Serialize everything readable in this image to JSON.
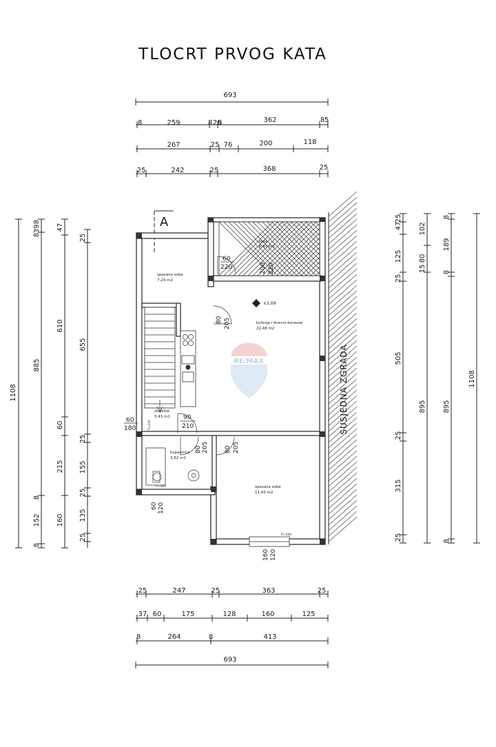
{
  "title": "TLOCRT PRVOG KATA",
  "section_marker": "A",
  "neighbour_label": "SUSJEDNA ZGRADA",
  "watermark": "RE/MAX",
  "top_dims": {
    "row1": [
      "693"
    ],
    "row2": [
      "8",
      "259",
      "8",
      "25",
      "8",
      "362",
      "8",
      "5"
    ],
    "row3": [
      "267",
      "25",
      "76",
      "200",
      "118"
    ],
    "row4": [
      "25",
      "242",
      "25",
      "368",
      "25"
    ]
  },
  "bottom_dims": {
    "row1": [
      "25",
      "247",
      "25",
      "363",
      "25"
    ],
    "row2": [
      "37",
      "60",
      "175",
      "128",
      "160",
      "125"
    ],
    "row3": [
      "8",
      "264",
      "8",
      "413"
    ],
    "row4": [
      "693"
    ]
  },
  "left_dims": {
    "col1": [
      "1108"
    ],
    "col2": [
      "8",
      "39",
      "8",
      "885",
      "8",
      "152",
      "8"
    ],
    "col3": [
      "47",
      "610",
      "60",
      "215",
      "160"
    ],
    "col4": [
      "25",
      "655",
      "25",
      "155",
      "25",
      "135",
      "25"
    ]
  },
  "right_dims": {
    "col1": [
      "25",
      "47",
      "125",
      "25",
      "505",
      "25",
      "315",
      "25"
    ],
    "col2": [
      "102",
      "15",
      "80",
      "895"
    ],
    "col3": [
      "8",
      "189",
      "8",
      "895",
      "8"
    ],
    "col4": [
      "1108"
    ]
  },
  "rooms": [
    {
      "name": "spavaća soba",
      "area": "7,24 m2"
    },
    {
      "name": "lođa",
      "area": "6,43 m2"
    },
    {
      "name": "kuhinja i dnevni boravak",
      "area": "22,48 m2"
    },
    {
      "name": "stubište",
      "area": "5,43 m2"
    },
    {
      "name": "kupaonica",
      "area": "3,82 m2"
    },
    {
      "name": "spavaća soba",
      "area": "11,43 m2"
    }
  ],
  "level_mark": "±3,09",
  "openings": [
    {
      "w": "60",
      "h": "220"
    },
    {
      "w": "200",
      "h": "220"
    },
    {
      "w": "80",
      "h": "205"
    },
    {
      "w": "90",
      "h": "210"
    },
    {
      "w": "60",
      "h": "180"
    },
    {
      "w": "80",
      "h": "205"
    },
    {
      "w": "80",
      "h": "205"
    },
    {
      "w": "60",
      "h": "120"
    },
    {
      "w": "160",
      "h": "120"
    }
  ],
  "parapet_marks": [
    "P=100",
    "P=100",
    "P=100"
  ]
}
